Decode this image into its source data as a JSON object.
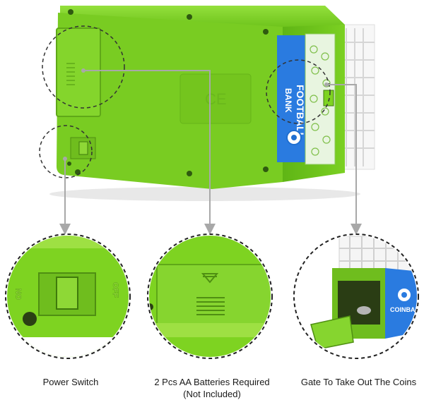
{
  "product": {
    "bank_label_line1": "FOOTBALL",
    "bank_label_line2": "BANK",
    "coin_bank_label": "COINBANK",
    "switch_on": "ON",
    "switch_off": "OFF"
  },
  "captions": {
    "power_switch": "Power Switch",
    "batteries_line1": "2 Pcs AA Batteries Required",
    "batteries_line2": "(Not Included)",
    "gate": "Gate To Take Out  The Coins"
  },
  "colors": {
    "body_green": "#7ed321",
    "dark_green": "#5fa818",
    "light_green": "#a2e34a",
    "label_blue": "#1f6fd1",
    "cage_white": "#f4f4f4",
    "arrow_gray": "#a8a8a8"
  }
}
